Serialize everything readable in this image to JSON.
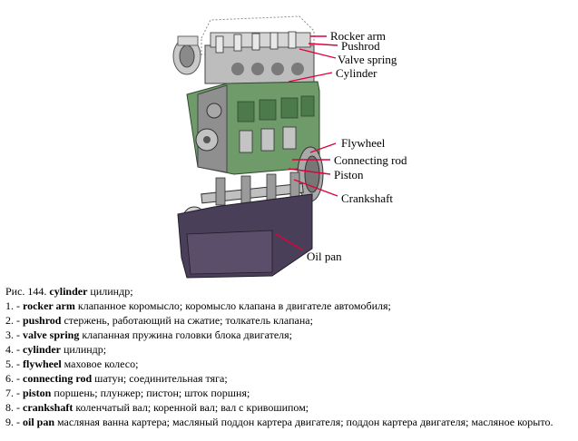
{
  "callouts": {
    "rocker_arm": "Rocker arm",
    "pushrod": "Pushrod",
    "valve_spring": "Valve spring",
    "cylinder": "Cylinder",
    "flywheel": "Flywheel",
    "connecting_rod": "Connecting rod",
    "piston": "Piston",
    "crankshaft": "Crankshaft",
    "oil_pan": "Oil pan"
  },
  "colors": {
    "leader_line": "#e0003c",
    "block_green": "#6f9a6a",
    "oil_pan": "#4a3f58",
    "metal": "#b8b8b8"
  },
  "caption": {
    "title_prefix": "Рис. 144. ",
    "title_term": "cylinder",
    "title_rest": " цилиндр;",
    "items": [
      {
        "num": "1. - ",
        "term": "rocker arm",
        "def": " клапанное коромысло; коромысло клапана в двигателе автомобиля;"
      },
      {
        "num": "2. - ",
        "term": "pushrod",
        "def": " стержень, работающий на сжатие; толкатель клапана;"
      },
      {
        "num": "3. - ",
        "term": "valve spring",
        "def": " клапанная пружина головки блока двигателя;"
      },
      {
        "num": "4. - ",
        "term": "cylinder",
        "def": " цилиндр;"
      },
      {
        "num": "5. - ",
        "term": "flywheel",
        "def": " маховое колесо;"
      },
      {
        "num": "6. - ",
        "term": "connecting rod",
        "def": " шатун; соединительная тяга;"
      },
      {
        "num": "7. - ",
        "term": "piston",
        "def": " поршень; плунжер; пистон; шток поршня;"
      },
      {
        "num": "8. - ",
        "term": "crankshaft",
        "def": " коленчатый вал; коренной вал; вал с кривошипом;"
      },
      {
        "num": "9. - ",
        "term": "oil pan",
        "def": " масляная ванна картера; масляный поддон картера двигателя; поддон картера двигателя; масляное корыто."
      }
    ]
  }
}
